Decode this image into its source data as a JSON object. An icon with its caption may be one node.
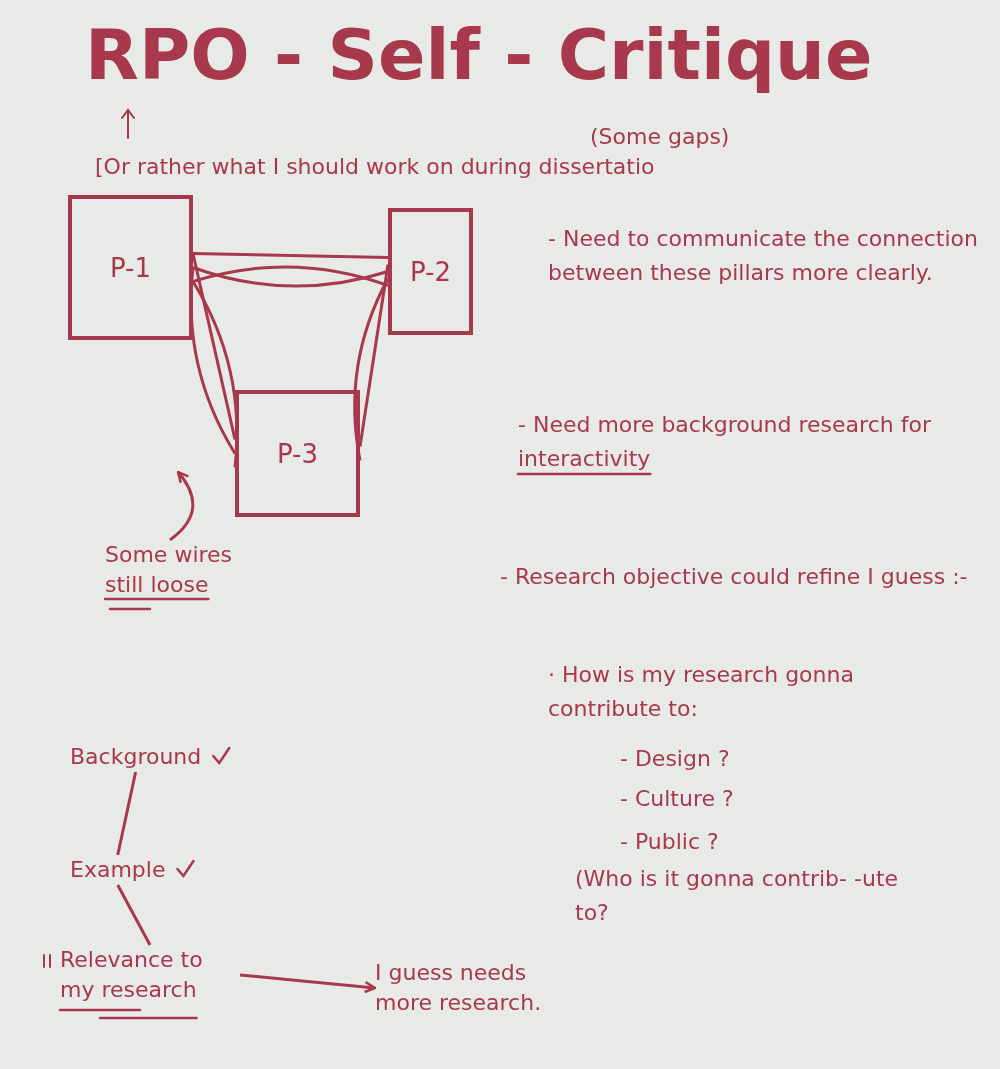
{
  "diagram": {
    "title": "RPO - Self - Critique",
    "nodes": [
      {
        "text": [
          "P-1"
        ]
      },
      {
        "text": [
          "P-2"
        ]
      },
      {
        "text": [
          "P-3"
        ]
      },
      {
        "text": [
          "Some wires still loose"
        ]
      },
      {
        "text": [
          "Background"
        ]
      },
      {
        "text": [
          "Example"
        ]
      },
      {
        "text": [
          "Relevance to my research"
        ]
      },
      {
        "text": [
          "I guess needs more research."
        ]
      }
    ],
    "edges": [
      {
        "from": 0,
        "to": 1,
        "arrow": "none"
      },
      {
        "from": 0,
        "to": 1,
        "arrow": "none"
      },
      {
        "from": 0,
        "to": 1,
        "arrow": "none"
      },
      {
        "from": 0,
        "to": 2,
        "arrow": "none"
      },
      {
        "from": 0,
        "to": 2,
        "arrow": "none"
      },
      {
        "from": 0,
        "to": 2,
        "arrow": "none"
      },
      {
        "from": 1,
        "to": 2,
        "arrow": "none"
      },
      {
        "from": 1,
        "to": 2,
        "arrow": "none"
      },
      {
        "from": 3,
        "to": null,
        "arrow": "to"
      },
      {
        "from": 4,
        "to": 5,
        "arrow": "none"
      },
      {
        "from": 5,
        "to": 6,
        "arrow": "none"
      },
      {
        "from": 6,
        "to": 7,
        "arrow": "to"
      }
    ],
    "labels": [
      "(Some gaps)",
      "[Or rather what I should work on during dissertatio",
      "- Need to communicate the connection between these pillars more clearly.",
      "- Need more background research for interactivity",
      "- Research objective could refine I guess :-",
      "· How is my research gonna contribute to:",
      "- Design ?",
      "- Culture ?",
      "- Public ?",
      "(Who is it gonna contrib- -ute to?"
    ]
  }
}
